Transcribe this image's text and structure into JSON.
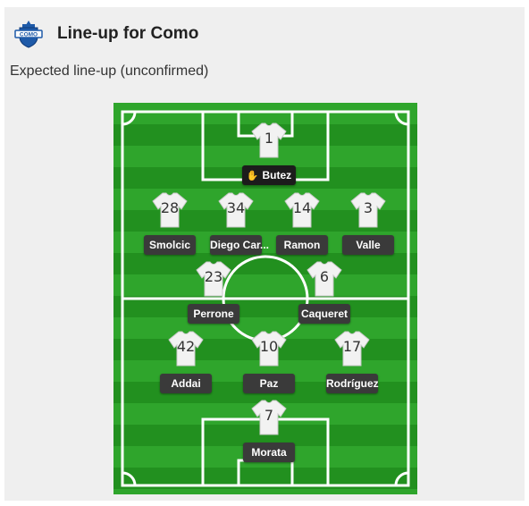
{
  "header": {
    "title": "Line-up for Como",
    "subtitle": "Expected line-up (unconfirmed)",
    "crest_text": "COMO"
  },
  "colors": {
    "pitch_light": "#2fa52c",
    "pitch_dark": "#22901f",
    "name_bg": "#3a3a3a",
    "crest": "#1e5aa8"
  },
  "players": [
    {
      "number": "1",
      "name": "Butez",
      "role": "goalkeeper"
    },
    {
      "number": "28",
      "name": "Smolcic"
    },
    {
      "number": "34",
      "name": "Diego Car..."
    },
    {
      "number": "14",
      "name": "Ramon"
    },
    {
      "number": "3",
      "name": "Valle"
    },
    {
      "number": "23",
      "name": "Perrone"
    },
    {
      "number": "6",
      "name": "Caqueret"
    },
    {
      "number": "42",
      "name": "Addai"
    },
    {
      "number": "10",
      "name": "Paz"
    },
    {
      "number": "17",
      "name": "Rodríguez"
    },
    {
      "number": "7",
      "name": "Morata"
    }
  ]
}
